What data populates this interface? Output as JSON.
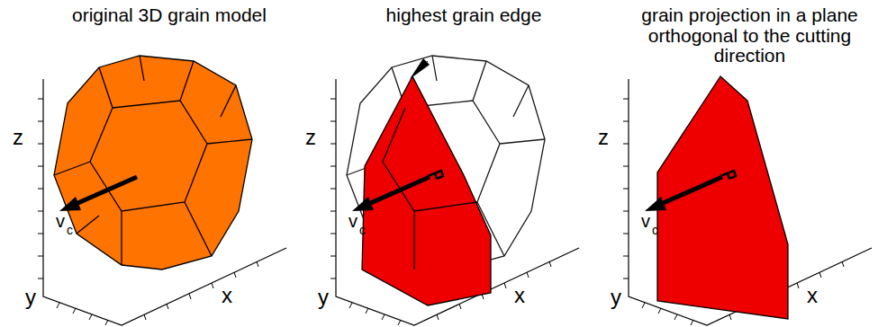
{
  "diagram": {
    "labels": [
      "original 3D grain model",
      "highest grain edge",
      "grain projection in a plane orthogonal to the cutting direction",
      "z",
      "y",
      "x",
      "v",
      "c",
      "z",
      "y",
      "x",
      "v",
      "c",
      "z",
      "y",
      "x",
      "v",
      "c"
    ]
  }
}
